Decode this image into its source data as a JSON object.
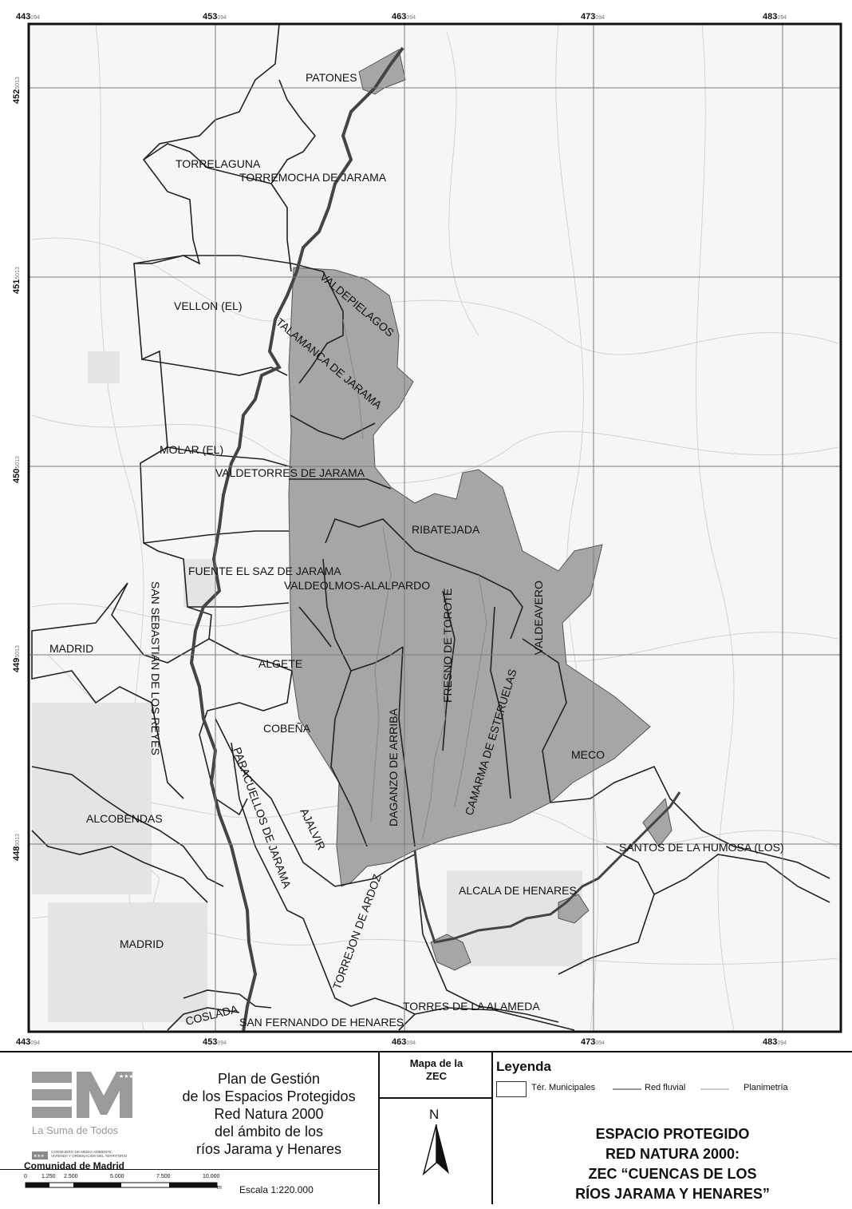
{
  "map": {
    "coords_x": [
      {
        "major": "443",
        "minor": "094"
      },
      {
        "major": "453",
        "minor": "094"
      },
      {
        "major": "463",
        "minor": "094"
      },
      {
        "major": "473",
        "minor": "094"
      },
      {
        "major": "483",
        "minor": "094"
      }
    ],
    "coords_y": [
      {
        "major": "452",
        "minor": "5013"
      },
      {
        "major": "451",
        "minor": "5013"
      },
      {
        "major": "450",
        "minor": "5013"
      },
      {
        "major": "449",
        "minor": "5013"
      },
      {
        "major": "448",
        "minor": "5013"
      }
    ],
    "municipalities": {
      "patones": "PATONES",
      "torrelaguna": "TORRELAGUNA",
      "torremocha": "TORREMOCHA DE JARAMA",
      "vellon": "VELLON (EL)",
      "valdepielagos": "VALDEPIELAGOS",
      "talamanca": "TALAMANCA DE JARAMA",
      "molar": "MOLAR (EL)",
      "valdetorres": "VALDETORRES DE JARAMA",
      "ribatejada": "RIBATEJADA",
      "fuente_saz": "FUENTE EL SAZ DE JARAMA",
      "valdeolmos": "VALDEOLMOS-ALALPARDO",
      "fresno": "FRESNO DE TOROTE",
      "valdeavero": "VALDEAVERO",
      "madrid_n": "MADRID",
      "san_sebastian": "SAN SEBASTIAN DE LOS REYES",
      "algete": "ALGETE",
      "camarma": "CAMARMA DE ESTERUELAS",
      "cobena": "COBEÑA",
      "daganzo": "DAGANZO DE ARRIBA",
      "meco": "MECO",
      "alcobendas": "ALCOBENDAS",
      "paracuellos": "PARACUELLOS DE JARAMA",
      "ajalvir": "AJALVIR",
      "santos": "SANTOS DE LA HUMOSA (LOS)",
      "alcala": "ALCALA DE HENARES",
      "torrejon": "TORREJON DE ARDOZ",
      "madrid_s": "MADRID",
      "torres": "TORRES DE LA ALAMEDA",
      "coslada": "COSLADA",
      "san_fernando": "SAN FERNANDO DE HENARES"
    },
    "colors": {
      "protected_fill": "#a6a6a6",
      "frame": "#111111",
      "grid": "#7a7a7a",
      "basemap": "#dcdcdc"
    }
  },
  "panel": {
    "logo_tagline": "La Suma de Todos",
    "logo_dept_1": "CONSEJERÍA DE MEDIO AMBIENTE,",
    "logo_dept_2": "VIVIENDA Y ORDENACIÓN DEL TERRITORIO",
    "logo_org": "Comunidad de Madrid",
    "plan_title": [
      "Plan de Gestión",
      "de los Espacios Protegidos",
      "Red Natura 2000",
      "del ámbito de los",
      "ríos Jarama y Henares"
    ],
    "scale_ticks": [
      "0",
      "1.250",
      "2.500",
      "5.000",
      "7.500",
      "10.000"
    ],
    "scale_unit": "m",
    "scale_text": "Escala 1:220.000",
    "map_type_title": [
      "Mapa de la",
      "ZEC"
    ],
    "north_label": "N",
    "legend_title": "Leyenda",
    "legend_items": [
      "Tér. Municipales",
      "Red fluvial",
      "Planimetría"
    ],
    "protected_title": [
      "ESPACIO PROTEGIDO",
      "RED NATURA 2000:",
      "ZEC “CUENCAS DE LOS",
      "RÍOS JARAMA Y HENARES”"
    ]
  }
}
